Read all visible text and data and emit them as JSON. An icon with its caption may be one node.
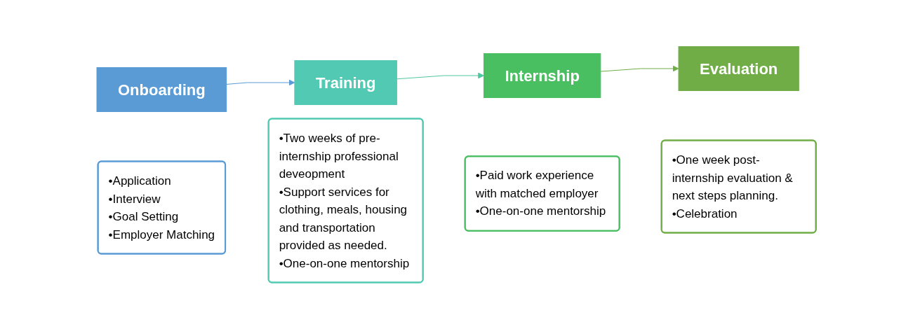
{
  "diagram": {
    "nodes": [
      {
        "text": [
          "Onboarding"
        ]
      },
      {
        "text": [
          "•Application",
          "•Interview",
          "•Goal Setting",
          "•Employer Matching"
        ]
      },
      {
        "text": [
          "Training"
        ]
      },
      {
        "text": [
          "•Two weeks of pre-internship professional deveopment",
          "•Support services for clothing, meals, housing and transportation provided as needed.",
          "•One-on-one mentorship"
        ]
      },
      {
        "text": [
          "Internship"
        ]
      },
      {
        "text": [
          "•Paid work experience with matched employer",
          "•One-on-one mentorship"
        ]
      },
      {
        "text": [
          "Evaluation"
        ]
      },
      {
        "text": [
          "•One week post-internship evaluation & next steps planning.",
          "•Celebration"
        ]
      }
    ],
    "edges": [
      {
        "from": 0,
        "to": 2,
        "arrow": "to",
        "color": "#5b9bd5"
      },
      {
        "from": 2,
        "to": 4,
        "arrow": "to",
        "color": "#4fc89f"
      },
      {
        "from": 4,
        "to": 6,
        "arrow": "to",
        "color": "#70ad47"
      }
    ]
  }
}
